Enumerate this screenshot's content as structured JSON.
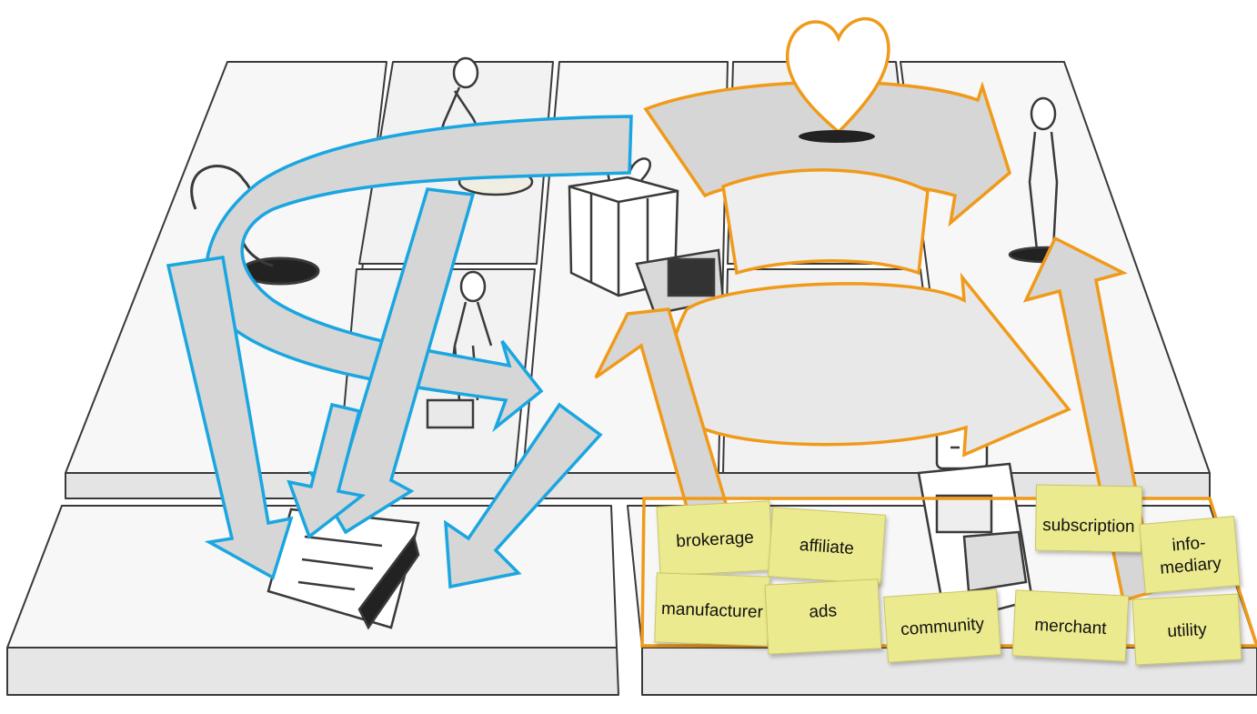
{
  "canvas": {
    "background": "#ffffff",
    "sketch_stroke": "#3a3a3a",
    "block_fill": "#f2f2f2",
    "arrow_fill": "#d6d6d6",
    "left_arrow_outline": "#1aa6e0",
    "right_arrow_outline": "#f09a1a",
    "note_fill": "#ecea8e",
    "note_stroke": "#c9c46a",
    "heart_fill": "#ffffff"
  },
  "revenue_models": {
    "notes": [
      {
        "id": "brokerage",
        "label": "brokerage"
      },
      {
        "id": "affiliate",
        "label": "affiliate"
      },
      {
        "id": "subscription",
        "label": "subscription"
      },
      {
        "id": "infomediary",
        "label_line1": "info-",
        "label_line2": "mediary"
      },
      {
        "id": "manufacturer",
        "label": "manufacturer"
      },
      {
        "id": "ads",
        "label": "ads"
      },
      {
        "id": "community",
        "label": "community"
      },
      {
        "id": "merchant",
        "label": "merchant"
      },
      {
        "id": "utility",
        "label": "utility"
      }
    ]
  },
  "illustrations": {
    "icons": [
      "kettlebell-icon",
      "worker-icon",
      "gift-box-icon",
      "delivery-truck-icon",
      "heart-icon",
      "customer-figure-icon",
      "cash-register-robot-icon",
      "invoice-document-icon"
    ]
  }
}
